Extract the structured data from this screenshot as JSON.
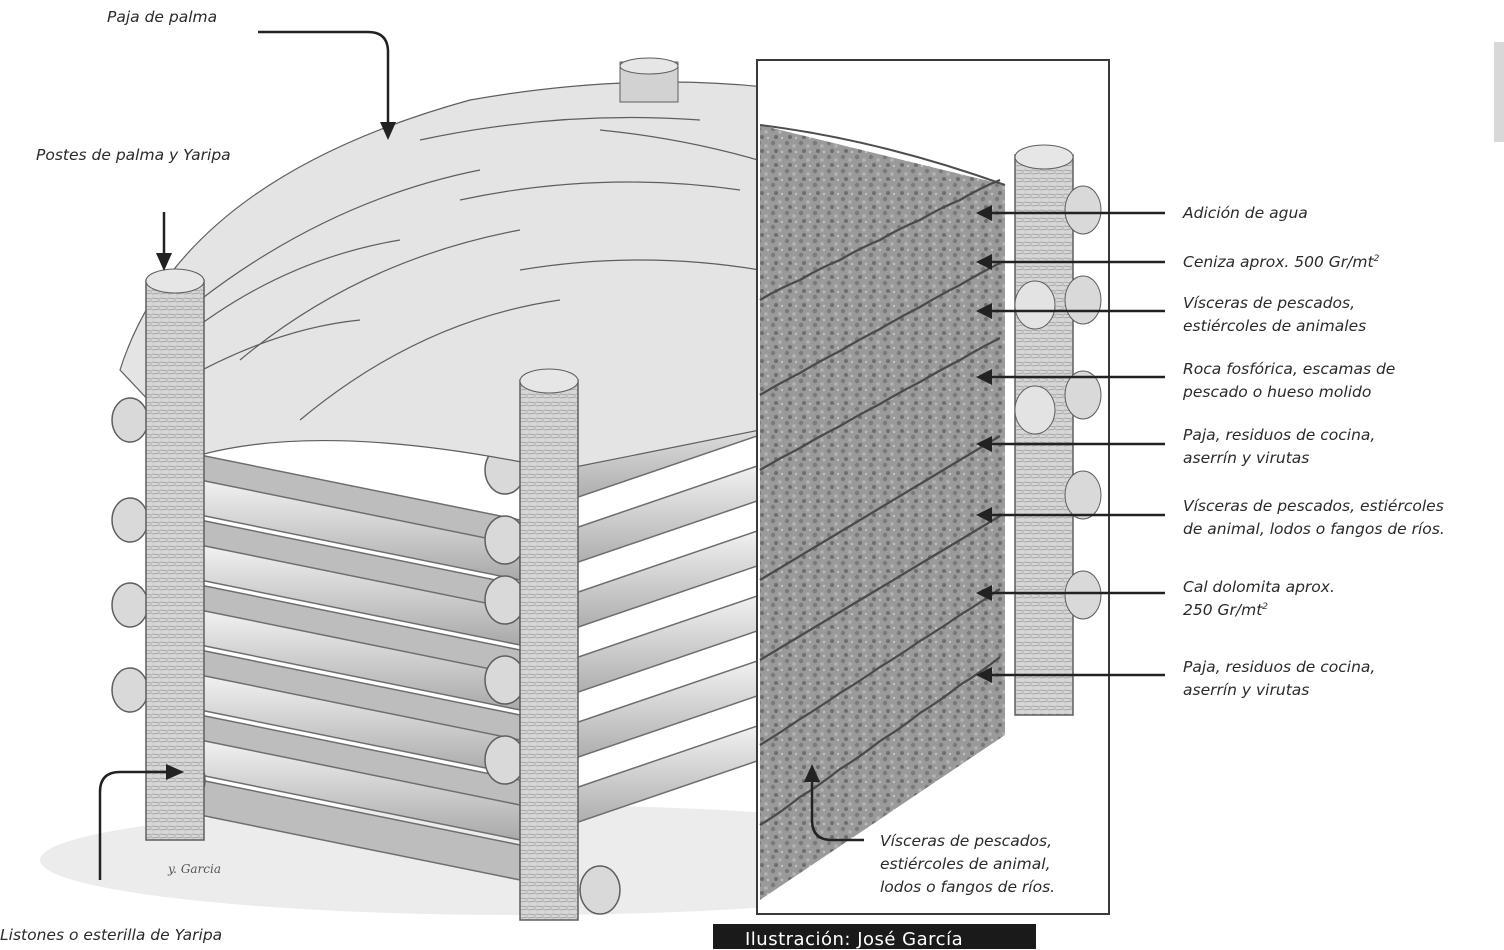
{
  "labels": {
    "paja_palma": "Paja de palma",
    "postes": "Postes de palma y Yaripa",
    "listones": "Listones o esterilla de Yaripa",
    "agua": "Adición de agua",
    "ceniza": "Ceniza aprox. 500 Gr/mt",
    "ceniza_sup": "2",
    "visceras1_l1": "Vísceras de pescados,",
    "visceras1_l2": "estiércoles de animales",
    "roca_l1": "Roca fosfórica, escamas de",
    "roca_l2": "pescado o hueso molido",
    "paja1_l1": "Paja, residuos de cocina,",
    "paja1_l2": "aserrín y virutas",
    "visceras2_l1": "Vísceras de pescados, estiércoles",
    "visceras2_l2": "de animal, lodos o fangos de ríos.",
    "cal_l1": "Cal dolomita aprox.",
    "cal_l2": "250 Gr/mt",
    "cal_sup": "2",
    "paja2_l1": "Paja, residuos de cocina,",
    "paja2_l2": "aserrín y virutas",
    "bottom_l1": "Vísceras de pescados,",
    "bottom_l2": "estiércoles de animal,",
    "bottom_l3": "lodos o fangos de ríos."
  },
  "signature": "y. Garcia",
  "caption": "Ilustración: José García",
  "colors": {
    "line": "#222222",
    "pencil": "#6e6e6e",
    "compost": "#8f8f8f",
    "background": "#ffffff"
  }
}
